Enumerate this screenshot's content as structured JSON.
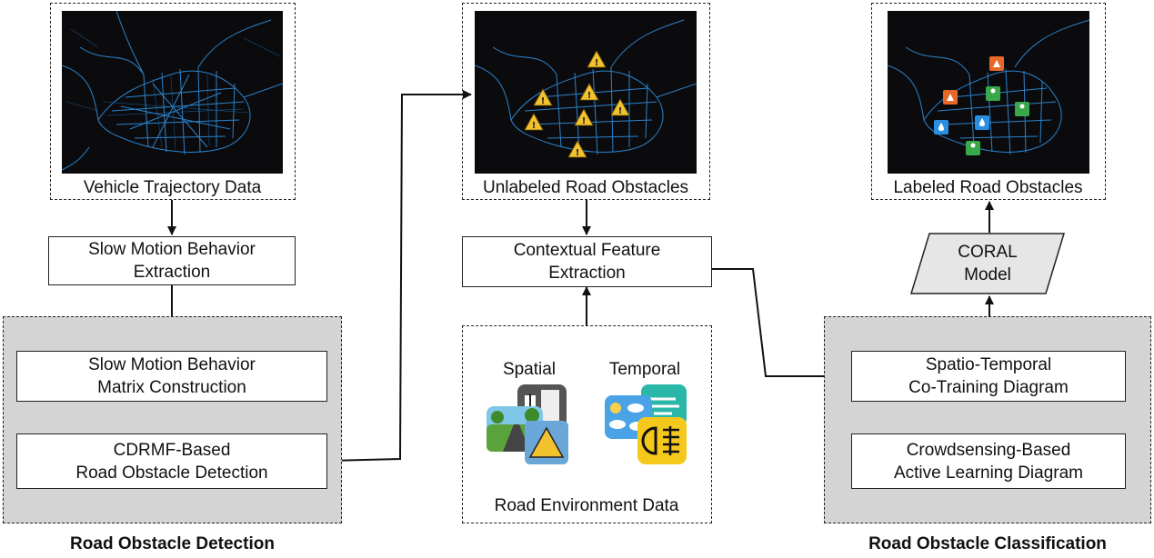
{
  "left": {
    "trajectory_caption": "Vehicle Trajectory Data",
    "extraction": [
      "Slow Motion Behavior",
      "Extraction"
    ],
    "matrix": [
      "Slow Motion Behavior",
      "Matrix Construction"
    ],
    "detection": [
      "CDRMF-Based",
      "Road Obstacle Detection"
    ],
    "group_label": "Road Obstacle Detection"
  },
  "middle": {
    "unlabeled_caption": "Unlabeled Road Obstacles",
    "contextual": [
      "Contextual Feature",
      "Extraction"
    ],
    "spatial_label": "Spatial",
    "temporal_label": "Temporal",
    "env_caption": "Road Environment Data"
  },
  "right": {
    "labeled_caption": "Labeled Road Obstacles",
    "coral": [
      "CORAL",
      "Model"
    ],
    "cotraining": [
      "Spatio-Temporal",
      "Co-Training Diagram"
    ],
    "crowdsensing": [
      "Crowdsensing-Based",
      "Active Learning Diagram"
    ],
    "group_label": "Road Obstacle Classification"
  },
  "colors": {
    "map_bg": "#0b0b0d",
    "road": "#2f8fe0",
    "warning": "#f2c12e",
    "group_bg": "#d4d4d4",
    "marker_orange": "#e8682a",
    "marker_green": "#3aa84a",
    "marker_blue": "#2a8fe0"
  },
  "icons": [
    "warning-icon",
    "road-sign-icon",
    "weather-icon",
    "fog-light-icon"
  ]
}
